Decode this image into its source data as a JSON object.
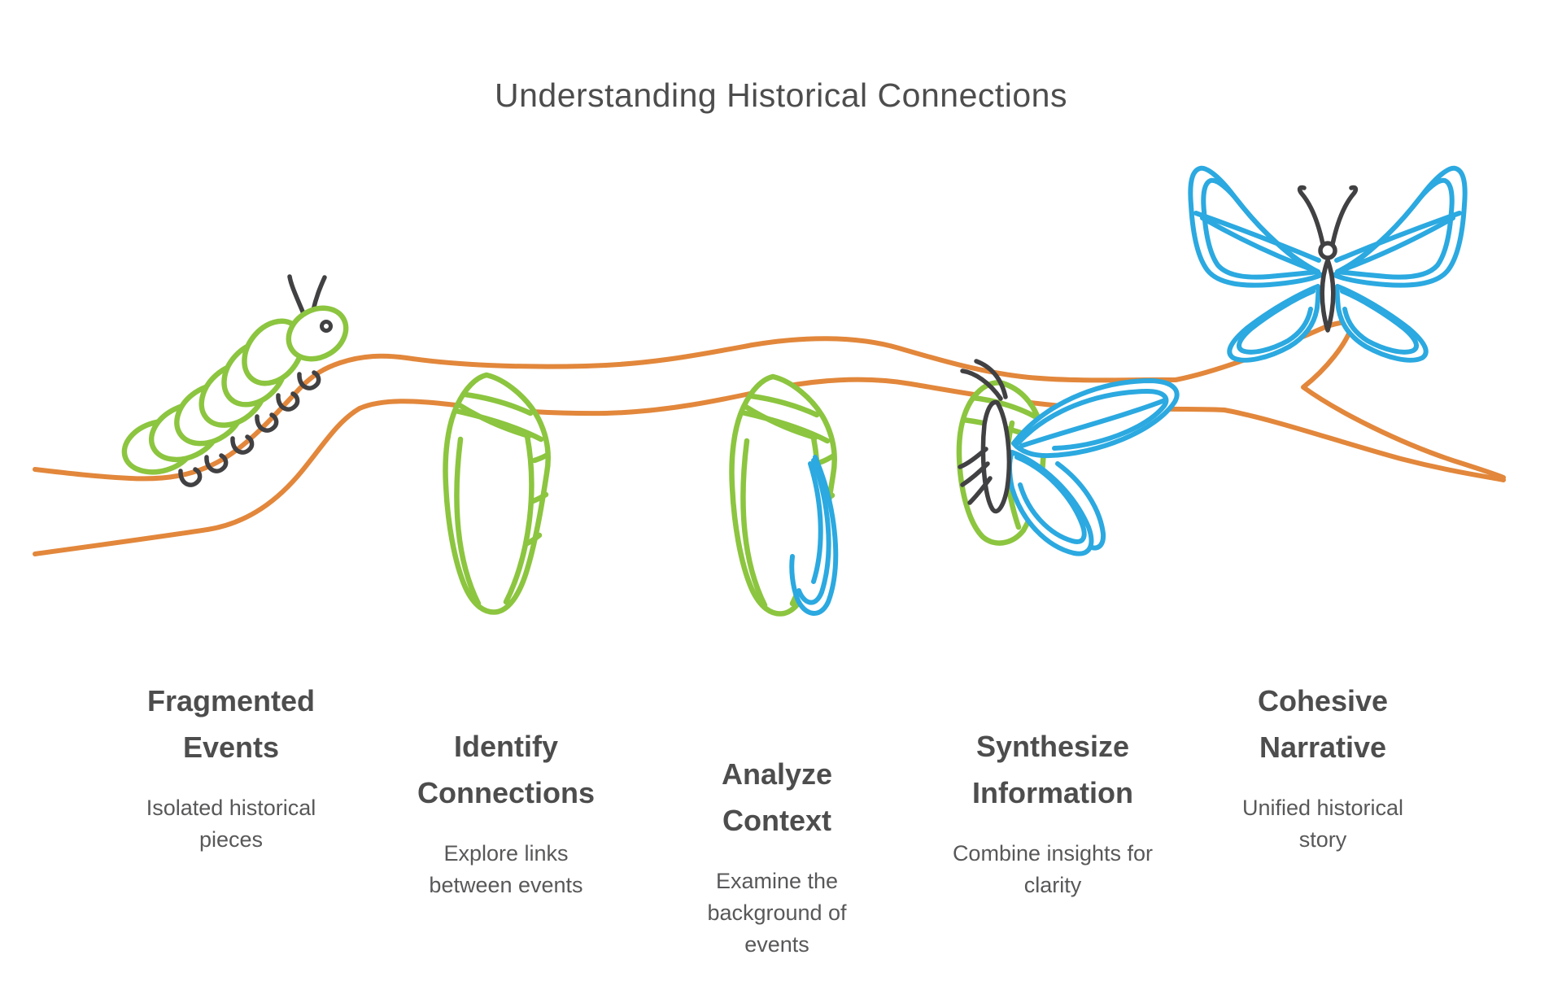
{
  "diagram": {
    "title": "Understanding Historical Connections",
    "stages": [
      {
        "label": "Fragmented Events",
        "description": "Isolated historical pieces",
        "illustration": "caterpillar-on-branch"
      },
      {
        "label": "Identify Connections",
        "description": "Explore links between events",
        "illustration": "green-chrysalis"
      },
      {
        "label": "Analyze Context",
        "description": "Examine the background of events",
        "illustration": "chrysalis-with-emerging-blue-wingtip"
      },
      {
        "label": "Synthesize Information",
        "description": "Combine insights for clarity",
        "illustration": "butterfly-emerging-from-chrysalis"
      },
      {
        "label": "Cohesive Narrative",
        "description": "Unified historical story",
        "illustration": "blue-butterfly-on-twig"
      }
    ],
    "colors": {
      "branch-orange": "#E2873B",
      "leaf-green": "#8CC53F",
      "wing-blue": "#2BA9E0",
      "body-dark": "#414042",
      "heading-gray": "#4D4D4D",
      "subtext-gray": "#58585A",
      "background": "#FFFFFF"
    }
  }
}
